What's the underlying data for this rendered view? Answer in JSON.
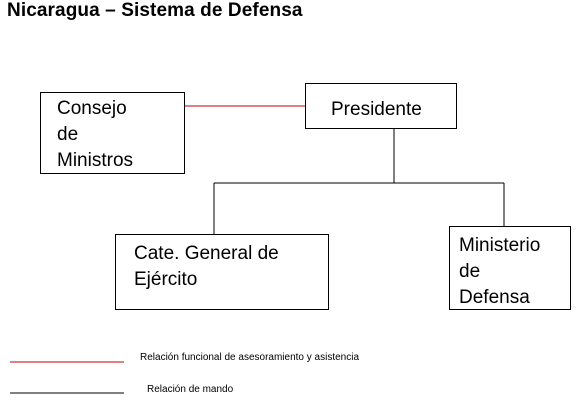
{
  "title": "Nicaragua – Sistema de Defensa",
  "nodes": {
    "consejo": "Consejo\nde\nMinistros",
    "presidente": "Presidente",
    "cate": "Cate. General de\nEjército",
    "ministerio": "Ministerio\nde\nDefensa"
  },
  "legend": {
    "functional": {
      "label": "Relación funcional de asesoramiento y asistencia",
      "color": "#c00000"
    },
    "command": {
      "label": "Relación de mando",
      "color": "#000000"
    }
  },
  "colors": {
    "functional_line": "#c00000",
    "command_line": "#000000"
  }
}
